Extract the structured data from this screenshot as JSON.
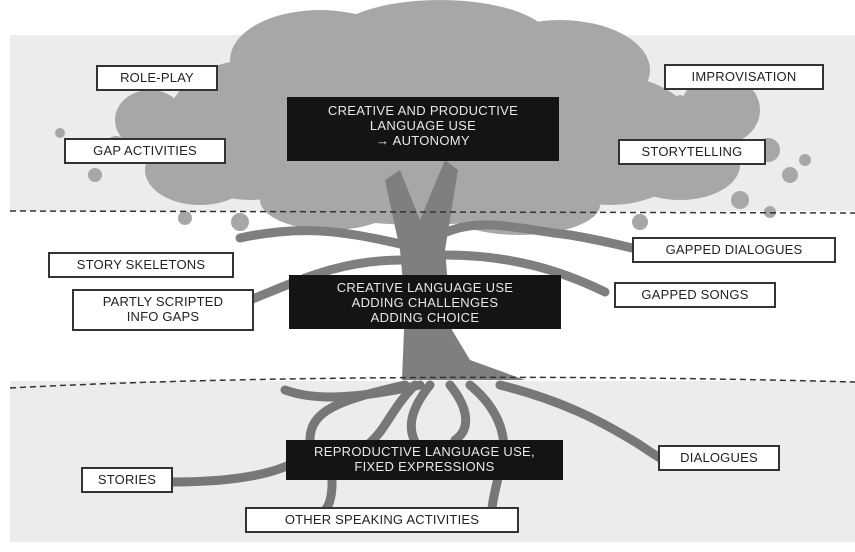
{
  "zones": {
    "top": "CREATIVE AND PRODUCTIVE\nLANGUAGE USE\n→ AUTONOMY",
    "middle": "CREATIVE LANGUAGE USE\nADDING CHALLENGES\nADDING CHOICE",
    "bottom": "REPRODUCTIVE LANGUAGE USE,\nFIXED EXPRESSIONS"
  },
  "activities": {
    "role_play": "ROLE-PLAY",
    "gap_activities": "GAP ACTIVITIES",
    "improvisation": "IMPROVISATION",
    "storytelling": "STORYTELLING",
    "story_skeletons": "STORY SKELETONS",
    "partly_scripted": "PARTLY SCRIPTED\nINFO GAPS",
    "gapped_dialogues": "GAPPED DIALOGUES",
    "gapped_songs": "GAPPED SONGS",
    "stories": "STORIES",
    "dialogues": "DIALOGUES",
    "other_speaking": "OTHER SPEAKING ACTIVITIES"
  },
  "colors": {
    "canopy": "#a7a7a7",
    "trunk": "#7f7f7f",
    "band_shade": "#ececec",
    "dark_box": "#141414"
  }
}
